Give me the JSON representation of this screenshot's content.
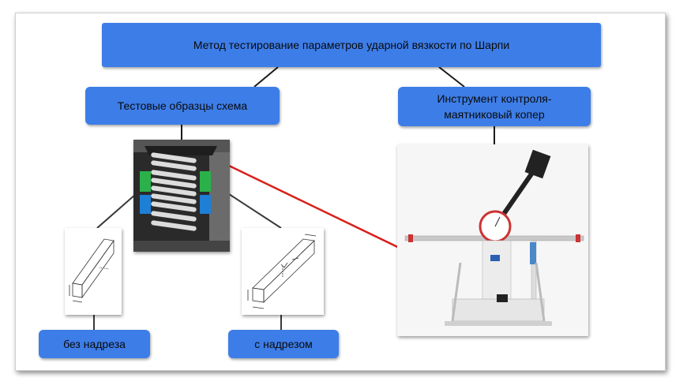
{
  "diagram": {
    "title": "Метод тестирование  параметров ударной вязкости по Шарпи",
    "schema_label": "Тестовые образцы схема",
    "instrument_label_line1": "Инструмент контроля-",
    "instrument_label_line2": "маятниковый копер",
    "no_notch_label": "без надреза",
    "notch_label": "с надрезом"
  },
  "colors": {
    "box_fill": "#3d7de8",
    "connector": "#1a1a1a",
    "arrow": "#d8201a"
  },
  "images": {
    "samples_photo": "test-specimens-photo",
    "plain_drawing": "unnotched-specimen-drawing",
    "notched_drawing": "notched-specimen-drawing",
    "machine_photo": "pendulum-impact-tester-photo"
  }
}
